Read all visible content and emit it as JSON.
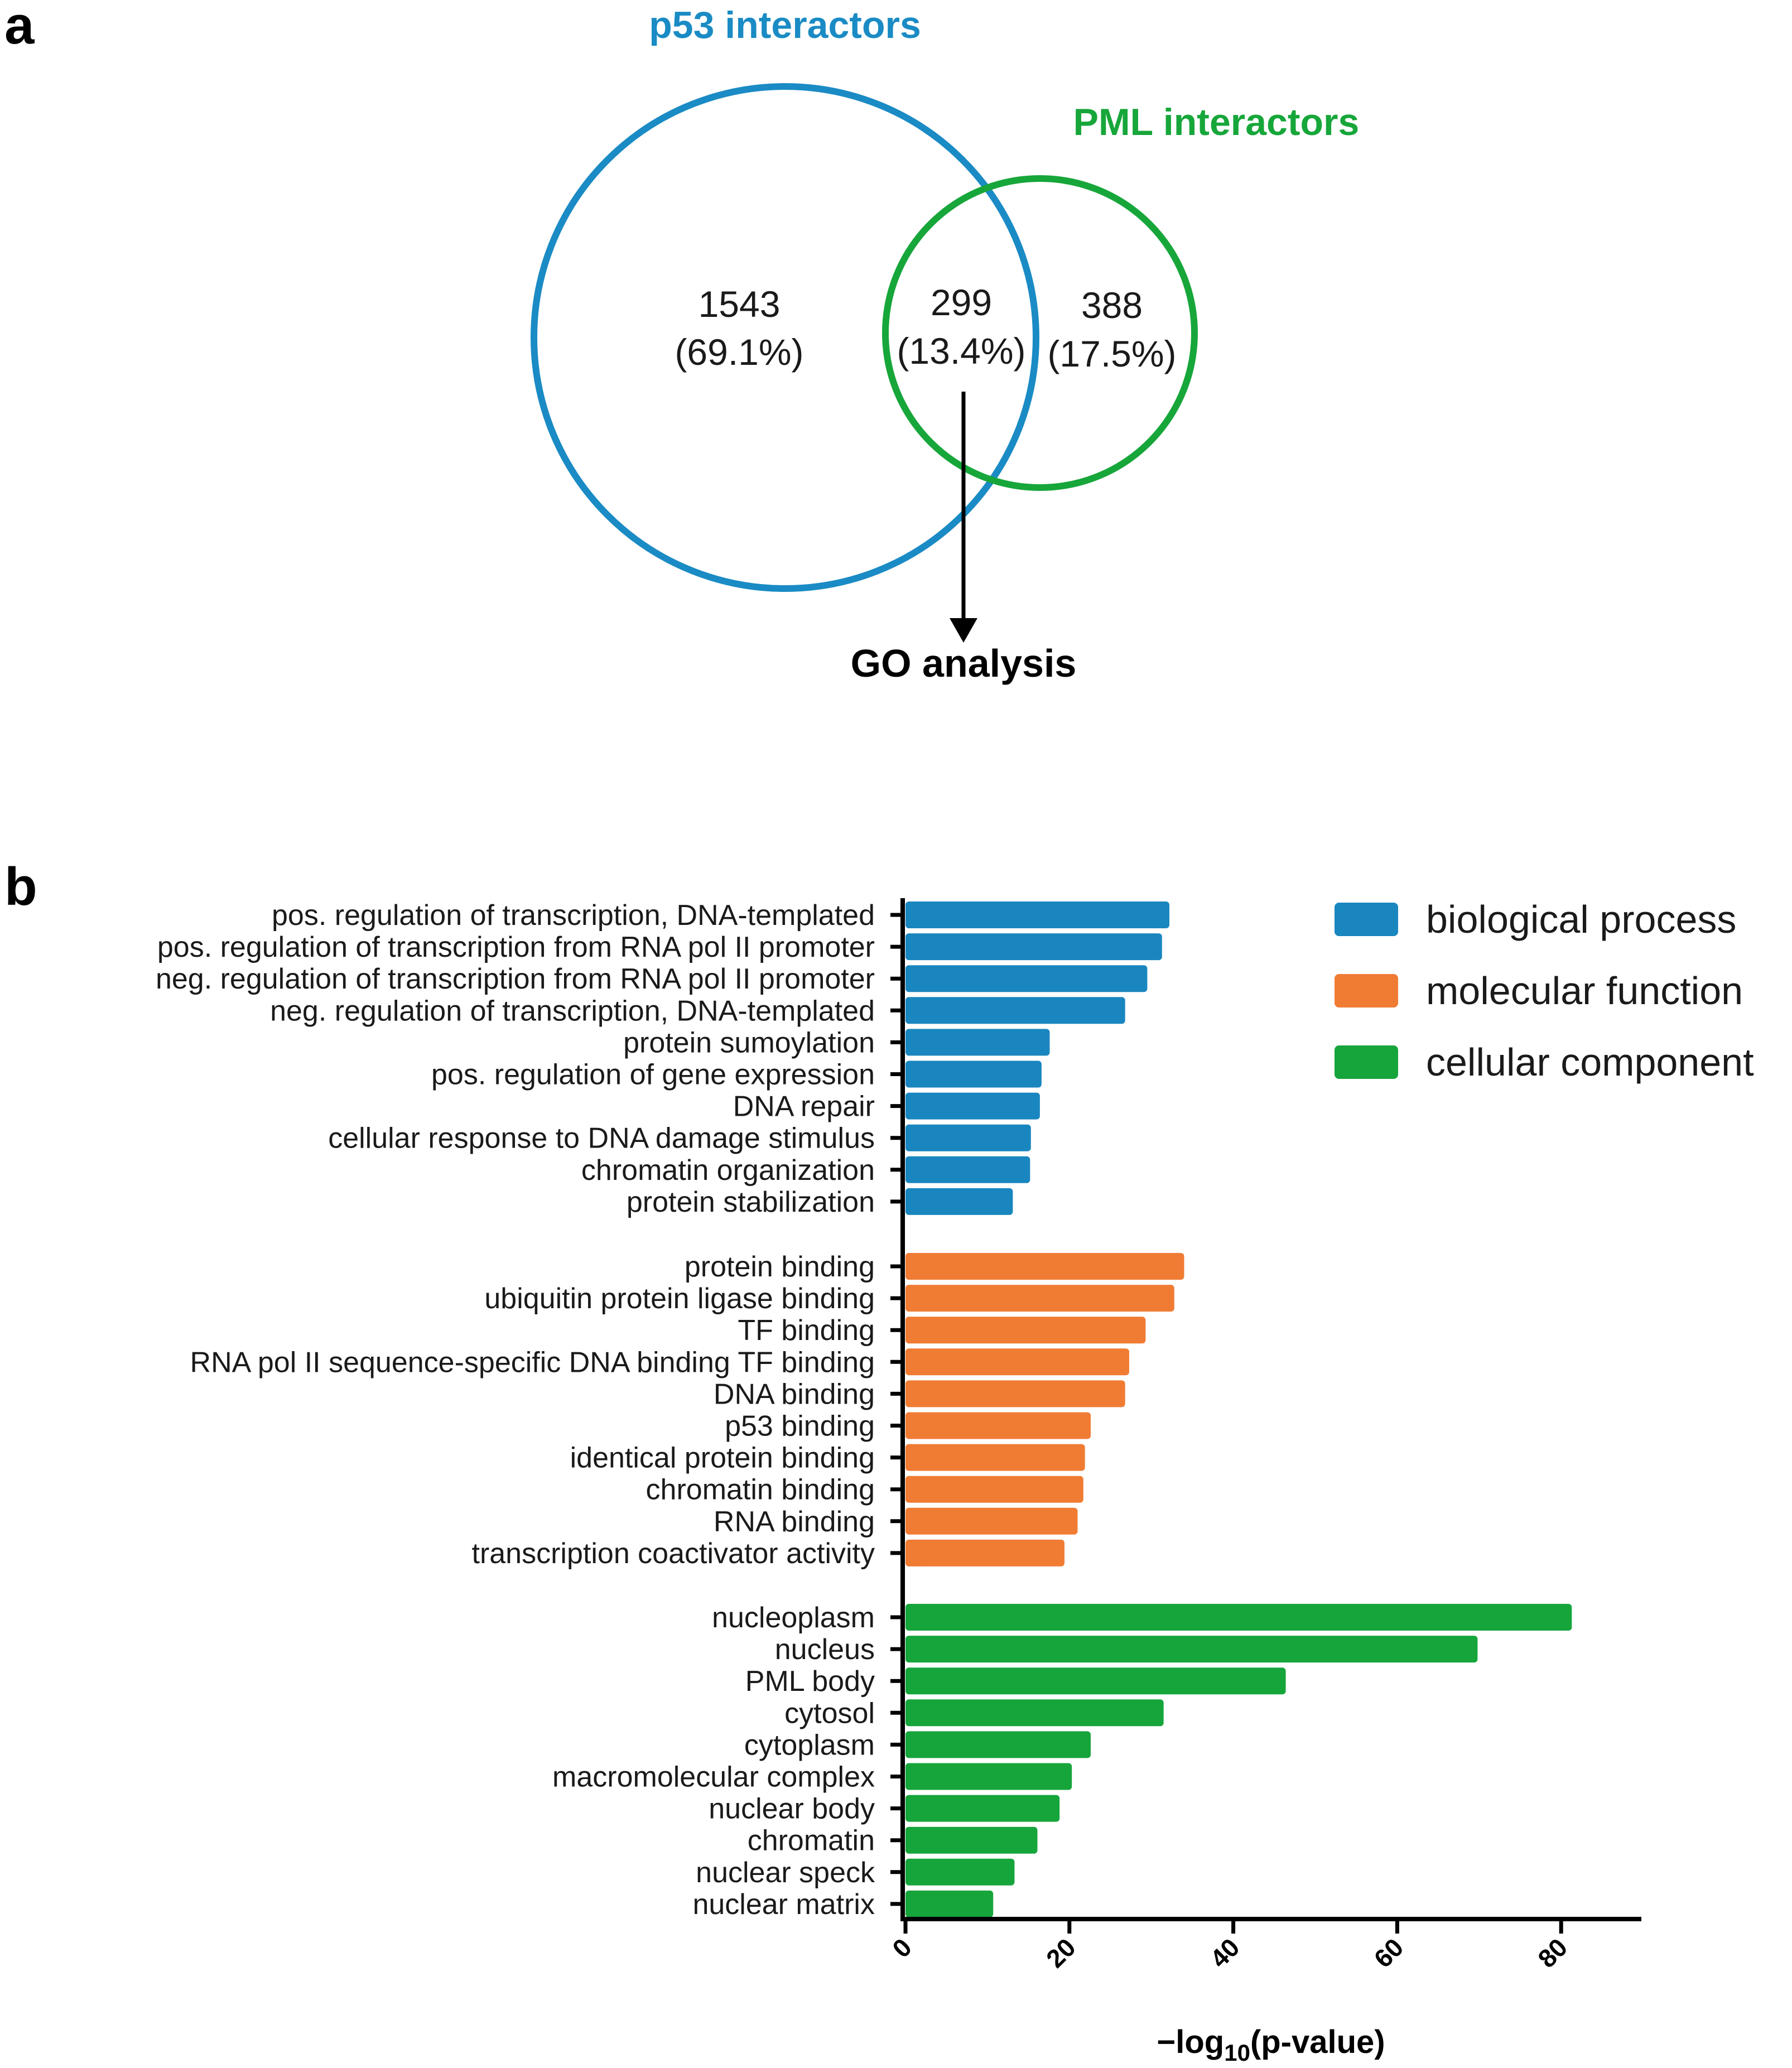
{
  "panel_a": {
    "label": "a",
    "set_left": {
      "label": "p53 interactors",
      "color": "#1a8bc4"
    },
    "set_right": {
      "label": "PML interactors",
      "color": "#17a63a"
    },
    "left_only": {
      "count": "1543",
      "percent": "(69.1%)"
    },
    "overlap": {
      "count": "299",
      "percent": "(13.4%)"
    },
    "right_only": {
      "count": "388",
      "percent": "(17.5%)"
    },
    "arrow_target": "GO analysis"
  },
  "panel_b": {
    "label": "b"
  },
  "chart_data": {
    "type": "bar",
    "orientation": "horizontal",
    "xlabel": "−log10(p-value)",
    "xlabel_main": "−log",
    "xlabel_sub": "10",
    "xlabel_tail": "(p-value)",
    "xlim": [
      0,
      90
    ],
    "xticks": [
      "0",
      "20",
      "40",
      "60",
      "80"
    ],
    "xtick_values": [
      0,
      20,
      40,
      60,
      80
    ],
    "legend_position": "top-right",
    "series": [
      {
        "name": "biological process",
        "color": "#1a86bf",
        "categories": [
          "pos. regulation of transcription, DNA-templated",
          "pos. regulation of transcription from RNA pol II promoter",
          "neg. regulation of transcription from RNA pol II promoter",
          "neg. regulation of transcription, DNA-templated",
          "protein sumoylation",
          "pos. regulation of gene expression",
          "DNA repair",
          "cellular response to DNA damage stimulus",
          "chromatin organization",
          "protein stabilization"
        ],
        "values": [
          32.2,
          31.3,
          29.5,
          26.8,
          17.6,
          16.6,
          16.4,
          15.3,
          15.2,
          13.1
        ]
      },
      {
        "name": "molecular function",
        "color": "#f07c34",
        "categories": [
          "protein binding",
          "ubiquitin protein ligase binding",
          "TF binding",
          "RNA pol II sequence-specific DNA binding TF binding",
          "DNA binding",
          "p53 binding",
          "identical protein binding",
          "chromatin binding",
          "RNA binding",
          "transcription coactivator activity"
        ],
        "values": [
          34.0,
          32.8,
          29.3,
          27.3,
          26.8,
          22.6,
          21.9,
          21.7,
          21.0,
          19.4
        ]
      },
      {
        "name": "cellular component",
        "color": "#16a53b",
        "categories": [
          "nucleoplasm",
          "nucleus",
          "PML body",
          "cytosol",
          "cytoplasm",
          "macromolecular complex",
          "nuclear body",
          "chromatin",
          "nuclear speck",
          "nuclear matrix"
        ],
        "values": [
          81.3,
          69.8,
          46.4,
          31.5,
          22.6,
          20.3,
          18.8,
          16.1,
          13.3,
          10.7
        ]
      }
    ]
  }
}
